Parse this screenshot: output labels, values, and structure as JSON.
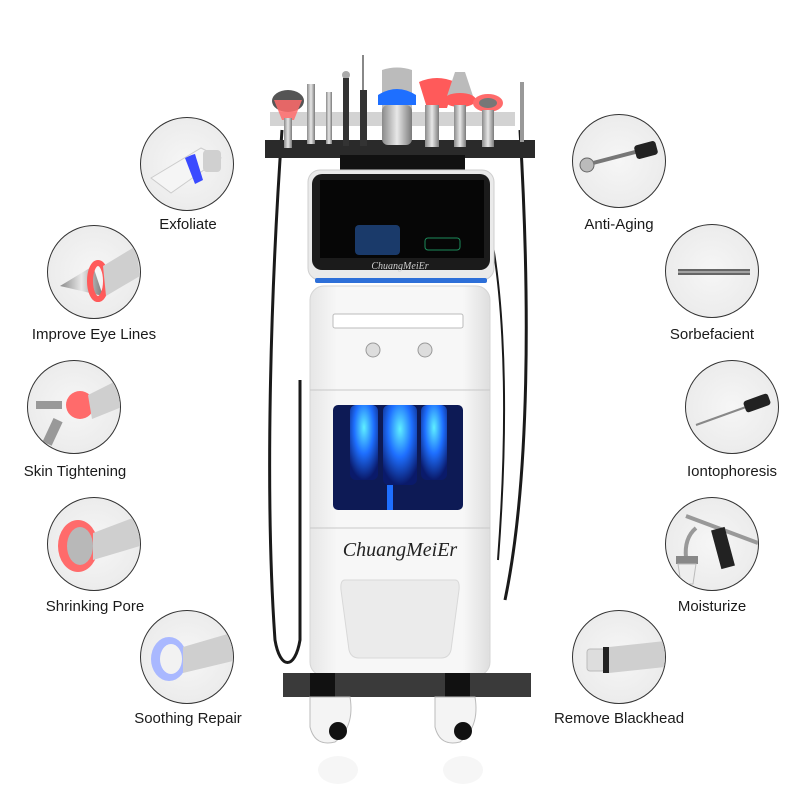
{
  "product": {
    "brand_script": "ChuangMeiEr",
    "screen_brand": "ChuangMeiEr",
    "colors": {
      "accent_blue": "#1e6fff",
      "led_red": "#ff5a5a",
      "cable_black": "#1a1a1a",
      "body_white": "#f2f2f2"
    }
  },
  "features_left": [
    {
      "label": "Exfoliate",
      "icon": "blue-tip-handpiece-icon"
    },
    {
      "label": "Improve Eye Lines",
      "icon": "red-ring-cone-handpiece-icon"
    },
    {
      "label": "Skin Tightening",
      "icon": "double-roller-handpiece-icon"
    },
    {
      "label": "Shrinking Pore",
      "icon": "red-ring-flat-handpiece-icon"
    },
    {
      "label": "Soothing Repair",
      "icon": "blue-ring-flat-handpiece-icon"
    }
  ],
  "features_right": [
    {
      "label": "Anti-Aging",
      "icon": "ball-tip-probe-icon"
    },
    {
      "label": "Sorbefacient",
      "icon": "straight-rod-probe-icon"
    },
    {
      "label": "Iontophoresis",
      "icon": "needle-probe-icon"
    },
    {
      "label": "Moisturize",
      "icon": "spray-gun-icon"
    },
    {
      "label": "Remove Blackhead",
      "icon": "suction-tip-handpiece-icon"
    }
  ]
}
